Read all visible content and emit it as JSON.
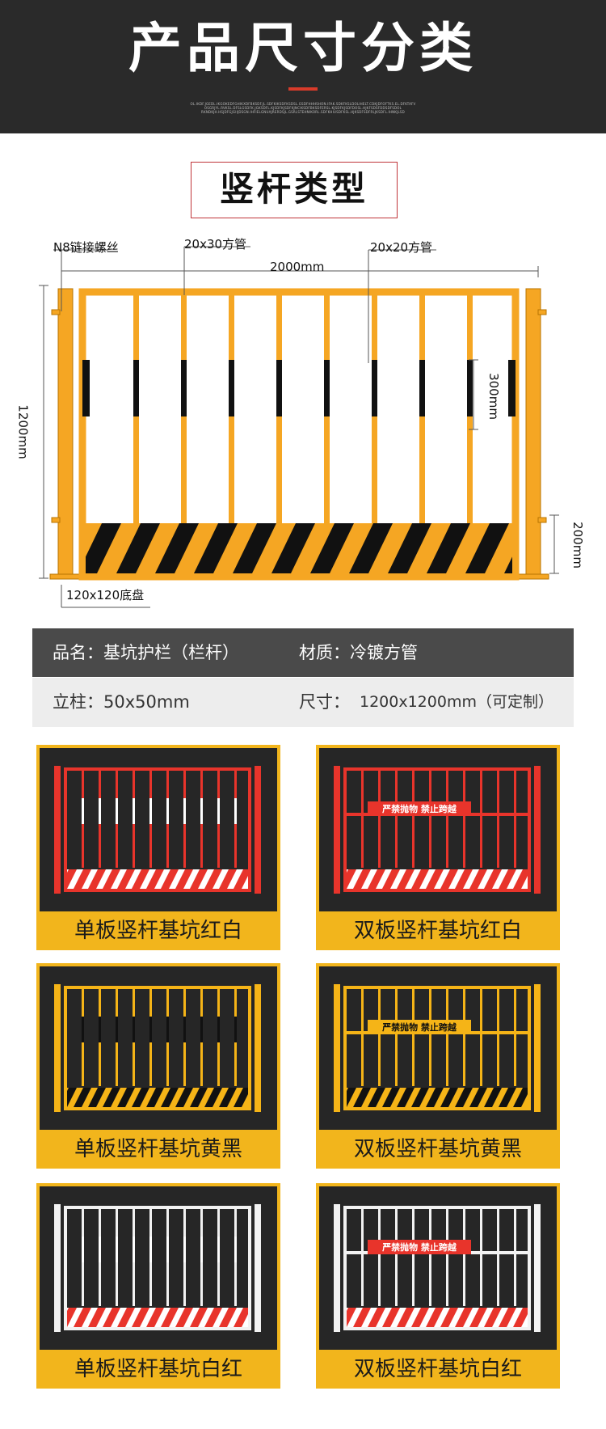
{
  "header": {
    "title": "产品尺寸分类",
    "subtitle_lines": [
      "OL.IKDF.JGEDL.IKGOKEDFGHIKXDFBKSDF.JL.SDFKIKSDFKSDSL.GSDFHHHSHON.IFAK.SDKFKSLDOLIHELT.CDKJDFOFTKS.EL.DFKTAFV",
      "OSGRJYL.RVKSL.DFSLGSDFK.JGKSDFL.KJSDFKJSDFKJNCIKSDFBKSDFERSL.KJSDFKJSDFDOSL.HJKFSDSFDDSDFSDOL",
      "RKNDKJH.HSJDFGJGIIJDSGN.IHFIELGNUAJRERDSJL.GSRLSTEHNIKORL.SDFKHIUSDFKSL.HJKSDFSDFRLJKSDFL.IHNKJLSD"
    ]
  },
  "type_heading": "竖杆类型",
  "diagram": {
    "labels": {
      "bolt": "N8链接螺丝",
      "tube_top": "20x30方管",
      "tube_bars": "20x20方管",
      "width": "2000mm",
      "height": "1200mm",
      "stripe": "300mm",
      "kick": "200mm",
      "base": "120x120底盘"
    },
    "colors": {
      "frame": "#f5a623",
      "black": "#111111"
    }
  },
  "spec": {
    "name_label": "品名：基坑护栏（栏杆）",
    "material_label": "材质：冷镀方管",
    "post_label": "立柱：50x50mm",
    "size_prefix": "尺寸：",
    "size_value": "1200x1200mm（可定制）"
  },
  "products": [
    {
      "caption": "单板竖杆基坑红白",
      "frame": "#e8342b",
      "stripe_a": "#e8342b",
      "stripe_b": "#ffffff",
      "double": false,
      "sign": ""
    },
    {
      "caption": "双板竖杆基坑红白",
      "frame": "#e8342b",
      "stripe_a": "#e8342b",
      "stripe_b": "#ffffff",
      "double": true,
      "sign": "严禁抛物  禁止跨越"
    },
    {
      "caption": "单板竖杆基坑黄黑",
      "frame": "#f5b417",
      "stripe_a": "#111111",
      "stripe_b": "#f5b417",
      "double": false,
      "sign": ""
    },
    {
      "caption": "双板竖杆基坑黄黑",
      "frame": "#f5b417",
      "stripe_a": "#111111",
      "stripe_b": "#f5b417",
      "double": true,
      "sign": "严禁抛物  禁止跨越"
    },
    {
      "caption": "单板竖杆基坑白红",
      "frame": "#f2f2f2",
      "stripe_a": "#e8342b",
      "stripe_b": "#ffffff",
      "double": false,
      "sign": ""
    },
    {
      "caption": "双板竖杆基坑白红",
      "frame": "#f2f2f2",
      "stripe_a": "#e8342b",
      "stripe_b": "#ffffff",
      "double": true,
      "sign": "严禁抛物  禁止跨越"
    }
  ]
}
